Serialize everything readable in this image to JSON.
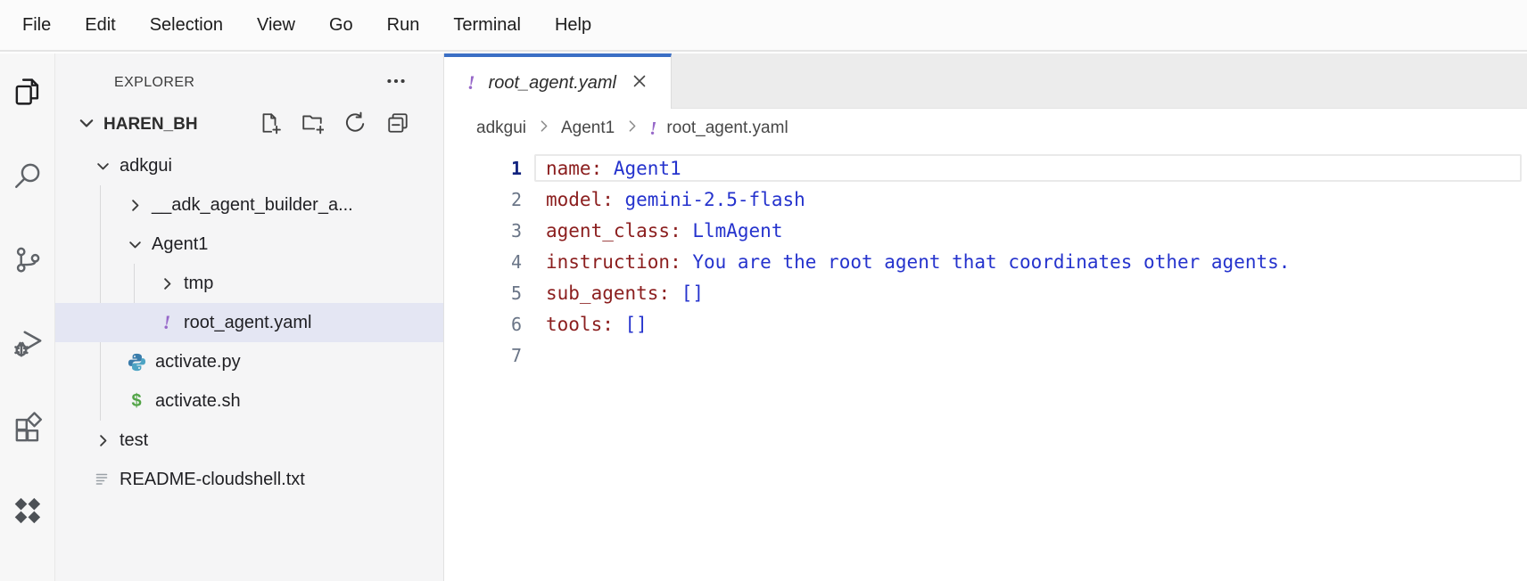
{
  "menu": {
    "items": [
      "File",
      "Edit",
      "Selection",
      "View",
      "Go",
      "Run",
      "Terminal",
      "Help"
    ]
  },
  "activity_bar": {
    "icons": [
      {
        "name": "files-icon",
        "active": true
      },
      {
        "name": "search-icon",
        "active": false
      },
      {
        "name": "source-control-icon",
        "active": false
      },
      {
        "name": "run-debug-icon",
        "active": false
      },
      {
        "name": "extensions-icon",
        "active": false
      },
      {
        "name": "cloud-code-icon",
        "active": false
      }
    ]
  },
  "icons": {
    "yaml_glyph": "!",
    "shell_glyph": "$"
  },
  "explorer": {
    "title": "EXPLORER",
    "workspace": {
      "name": "HAREN_BH"
    },
    "toolbar": [
      "new-file-icon",
      "new-folder-icon",
      "refresh-icon",
      "collapse-all-icon"
    ],
    "tree": [
      {
        "label": "adkgui",
        "type": "folder",
        "state": "expanded",
        "level": 1
      },
      {
        "label": "__adk_agent_builder_a...",
        "type": "folder",
        "state": "collapsed",
        "level": 2
      },
      {
        "label": "Agent1",
        "type": "folder",
        "state": "expanded",
        "level": 2
      },
      {
        "label": "tmp",
        "type": "folder",
        "state": "collapsed",
        "level": 3
      },
      {
        "label": "root_agent.yaml",
        "type": "yaml",
        "selected": true,
        "level": 3
      },
      {
        "label": "activate.py",
        "type": "python",
        "level": 2
      },
      {
        "label": "activate.sh",
        "type": "shell",
        "level": 2
      },
      {
        "label": "test",
        "type": "folder",
        "state": "collapsed",
        "level": 1
      },
      {
        "label": "README-cloudshell.txt",
        "type": "text",
        "level": 1
      }
    ]
  },
  "editor": {
    "tab": {
      "title": "root_agent.yaml",
      "preview_italic": true
    },
    "breadcrumb": {
      "items": [
        "adkgui",
        "Agent1",
        "root_agent.yaml"
      ]
    },
    "code": {
      "language": "yaml",
      "colon": ":",
      "lines": [
        {
          "num": "1",
          "key": "name",
          "value": "Agent1",
          "active": true
        },
        {
          "num": "2",
          "key": "model",
          "value": "gemini-2.5-flash"
        },
        {
          "num": "3",
          "key": "agent_class",
          "value": "LlmAgent"
        },
        {
          "num": "4",
          "key": "instruction",
          "value": "You are the root agent that coordinates other agents."
        },
        {
          "num": "5",
          "key": "sub_agents",
          "value": "[]"
        },
        {
          "num": "6",
          "key": "tools",
          "value": "[]"
        },
        {
          "num": "7",
          "key": "",
          "value": ""
        }
      ]
    }
  },
  "colors": {
    "tab_accent": "#3b6fc5",
    "yaml_key": "#8b1e1e",
    "yaml_value": "#2533cd",
    "yaml_icon_purple": "#9768c9",
    "selection_bg": "#e4e6f3"
  }
}
